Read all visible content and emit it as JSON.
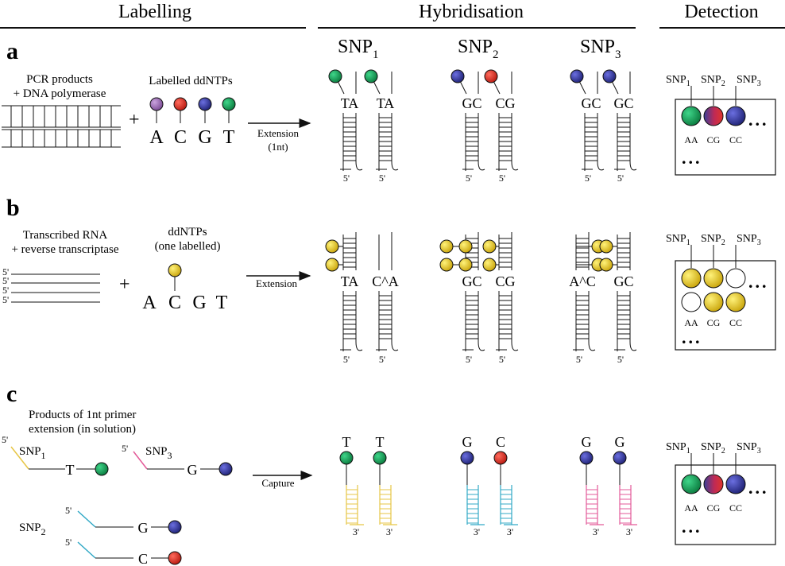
{
  "headers": {
    "labelling": "Labelling",
    "hybridisation": "Hybridisation",
    "detection": "Detection"
  },
  "panels": {
    "a": {
      "letter": "a",
      "input_line1": "PCR products",
      "input_line2": "+ DNA polymerase",
      "reagent_title": "Labelled ddNTPs",
      "plus": "+",
      "bases": [
        "A",
        "C",
        "G",
        "T"
      ],
      "base_colors": [
        "#9b6fb0",
        "#e0342b",
        "#3a3f9a",
        "#1a9a58"
      ],
      "arrow_label1": "Extension",
      "arrow_label2": "(1nt)",
      "snp_main": "SNP",
      "snp_subs": [
        "1",
        "2",
        "3"
      ],
      "pairs": [
        "TA",
        "TA",
        "GC",
        "CG",
        "GC",
        "GC"
      ],
      "prime": "5'",
      "genotypes": [
        "AA",
        "CG",
        "CC"
      ],
      "dots": "..."
    },
    "b": {
      "letter": "b",
      "input_line1": "Transcribed RNA",
      "input_line2": "+ reverse transcriptase",
      "reagent_line1": "ddNTPs",
      "reagent_line2": "(one labelled)",
      "plus": "+",
      "bases": [
        "A",
        "C",
        "G",
        "T"
      ],
      "label_color": "#f2d21c",
      "arrow_label": "Extension",
      "pairs": [
        "TA",
        "C^A",
        "GC",
        "CG",
        "A^C",
        "GC"
      ],
      "prime": "5'",
      "genotypes": [
        "AA",
        "CG",
        "CC"
      ],
      "dots": "..."
    },
    "c": {
      "letter": "c",
      "input_line1": "Products of 1nt primer",
      "input_line2": "extension (in solution)",
      "prime5": "5'",
      "prime3": "3'",
      "snp_main": "SNP",
      "snp1_sub": "1",
      "snp2_sub": "2",
      "snp3_sub": "3",
      "product_bases": [
        "T",
        "G",
        "G",
        "C"
      ],
      "arrow_label": "Capture",
      "captured_bases": [
        "T",
        "T",
        "G",
        "C",
        "G",
        "G"
      ],
      "capture_colors": [
        "#e7c646",
        "#32a9c6",
        "#e35a98"
      ],
      "genotypes": [
        "AA",
        "CG",
        "CC"
      ],
      "dots": "..."
    }
  }
}
